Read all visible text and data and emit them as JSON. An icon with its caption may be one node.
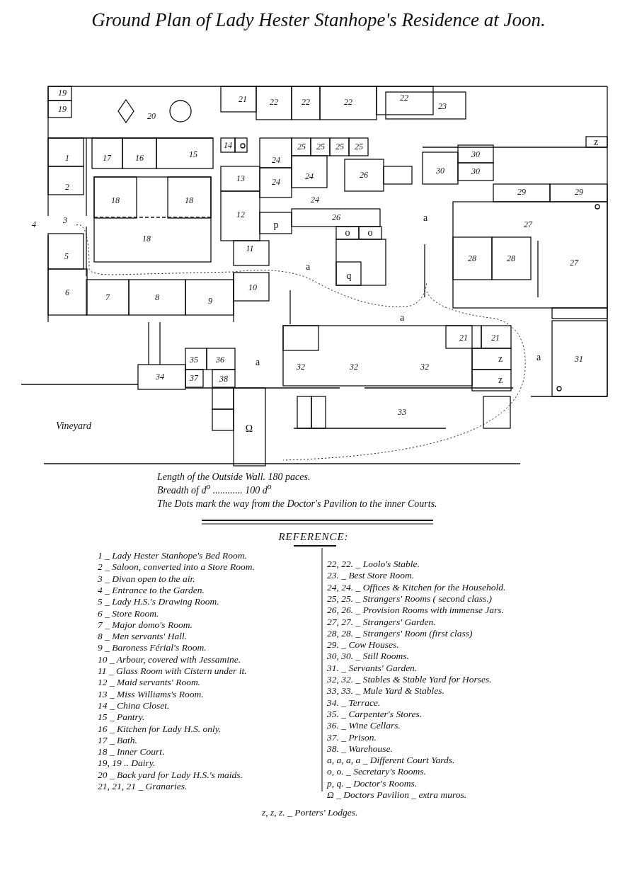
{
  "diagram": {
    "title": "Ground Plan of Lady Hester Stanhope's Residence at Joon.",
    "labels": [
      "19",
      "19",
      "20",
      "21",
      "22",
      "22",
      "22",
      "22",
      "23",
      "z",
      "14",
      "1",
      "17",
      "16",
      "15",
      "24",
      "25",
      "25",
      "25",
      "25",
      "30",
      "30",
      "30",
      "13",
      "24",
      "24",
      "26",
      "2",
      "29",
      "29",
      "18",
      "18",
      "24",
      "4",
      "3",
      "12",
      "p",
      "26",
      "a",
      "27",
      "o",
      "o",
      "18",
      "11",
      "5",
      "28",
      "28",
      "27",
      "a",
      "q",
      "10",
      "6",
      "7",
      "8",
      "9",
      "a",
      "21",
      "21",
      "35",
      "36",
      "a",
      "z",
      "a",
      "31",
      "32",
      "32",
      "32",
      "34",
      "37",
      "38",
      "z",
      "33",
      "Vineyard",
      "Ω",
      "Length of the Outside Wall. 180 paces.",
      "Breadth of d$^{o}$ ............ 100 d$^{o}$",
      "The Dots mark the way from the Doctor's Pavilion to the inner Courts.",
      "REFERENCE:",
      "1 _ Lady Hester Stanhope's Bed Room.",
      "2 _ Saloon, converted into a Store Room.",
      "3 _ Divan open to the air.",
      "4 _ Entrance to the Garden.",
      "5 _ Lady H.S.'s Drawing Room.",
      "6 _ Store Room.",
      "7 _ Major domo's Room.",
      "8 _ Men servants' Hall.",
      "9 _ Baroness Férial's Room.",
      "10 _ Arbour, covered with Jessamine.",
      "11 _ Glass Room with Cistern under it.",
      "12 _ Maid servants' Room.",
      "13 _ Miss Williams's Room.",
      "14 _ China Closet.",
      "15 _ Pantry.",
      "16 _ Kitchen for Lady H.S. only.",
      "17 _ Bath.",
      "18 _ Inner Court.",
      "19, 19 .. Dairy.",
      "20 _ Back yard for Lady H.S.'s maids.",
      "21, 21, 21 _ Granaries.",
      "22, 22. _ Loolo's Stable.",
      "23. _ Best Store Room.",
      "24, 24. _ Offices & Kitchen for the Household.",
      "25, 25. _ Strangers' Rooms ( second class.)",
      "26, 26. _ Provision Rooms with immense Jars.",
      "27, 27. _ Strangers' Garden.",
      "28, 28. _ Strangers' Room (first class)",
      "29. _ Cow Houses.",
      "30, 30. _ Still Rooms.",
      "31. _ Servants' Garden.",
      "32, 32. _ Stables & Stable Yard for Horses.",
      "33, 33. _ Mule Yard & Stables.",
      "34. _ Terrace.",
      "35. _ Carpenter's Stores.",
      "36. _ Wine Cellars.",
      "37. _ Prison.",
      "38. _ Warehouse.",
      "a, a, a, a _ Different Court Yards.",
      "o, o. _ Secretary's Rooms.",
      "p, q. _ Doctor's Rooms.",
      "Ω _ Doctors Pavilion _ extra muros.",
      "z, z, z. _ Porters' Lodges."
    ]
  }
}
